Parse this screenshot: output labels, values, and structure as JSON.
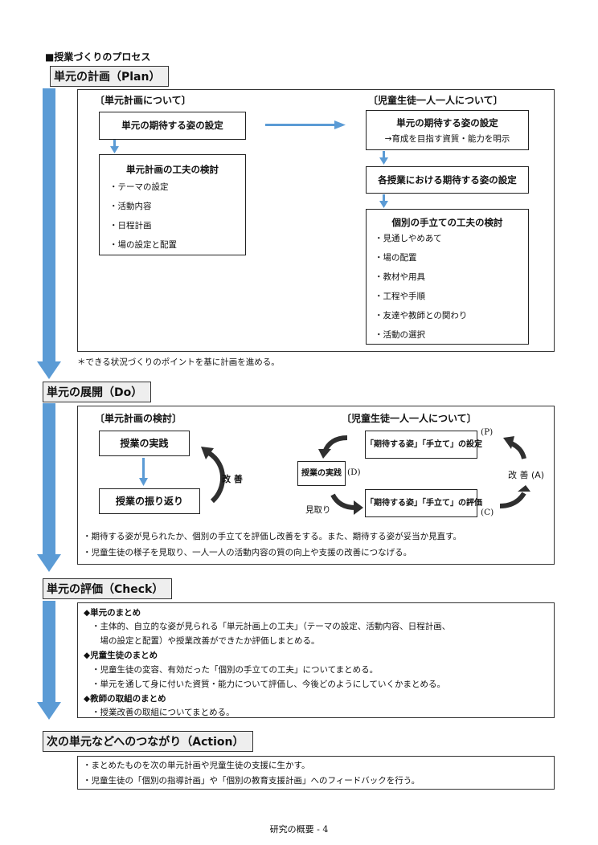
{
  "title": "■授業づくりのプロセス",
  "colors": {
    "arrow_blue": "#5b9bd5",
    "arrow_dark": "#2f2f2f",
    "label_bg": "#eeeeee"
  },
  "plan": {
    "label": "単元の計画（Plan）",
    "left_heading": "〔単元計画について〕",
    "right_heading": "〔児童生徒一人一人について〕",
    "left_goal": "単元の期待する姿の設定",
    "left_design_title": "単元計画の工夫の検討",
    "left_design_items": [
      "・テーマの設定",
      "・活動内容",
      "・日程計画",
      "・場の設定と配置"
    ],
    "right_goal_title": "単元の期待する姿の設定",
    "right_goal_sub": "→育成を目指す資質・能力を明示",
    "right_lesson_goal": "各授業における期待する姿の設定",
    "right_design_title": "個別の手立ての工夫の検討",
    "right_design_items": [
      "・見通しやめあて",
      "・場の配置",
      "・教材や用具",
      "・工程や手順",
      "・友達や教師との関わり",
      "・活動の選択"
    ],
    "note": "＊できる状況づくりのポイントを基に計画を進める。"
  },
  "do": {
    "label": "単元の展開（Do）",
    "left_heading": "〔単元計画の検討〕",
    "right_heading": "〔児童生徒一人一人について〕",
    "practice": "授業の実践",
    "review": "授業の振り返り",
    "improve_left": "改 善",
    "cycle_set": "「期待する姿」「手立て」の設定",
    "cycle_practice": "授業の実践",
    "cycle_eval": "「期待する姿」「手立て」の評価",
    "tag_p": "(P)",
    "tag_d": "(D)",
    "tag_c": "(C)",
    "tag_a": "改 善 (A)",
    "observe": "見取り",
    "notes": [
      "・期待する姿が見られたか、個別の手立てを評価し改善をする。また、期待する姿が妥当か見直す。",
      "・児童生徒の様子を見取り、一人一人の活動内容の質の向上や支援の改善につなげる。"
    ]
  },
  "check": {
    "label": "単元の評価（Check）",
    "groups": [
      {
        "head": "◆単元のまとめ",
        "lines": [
          "・主体的、自立的な姿が見られる「単元計画上の工夫」（テーマの設定、活動内容、日程計画、",
          "　場の設定と配置）や授業改善ができたか評価しまとめる。"
        ]
      },
      {
        "head": "◆児童生徒のまとめ",
        "lines": [
          "・児童生徒の変容、有効だった「個別の手立ての工夫」についてまとめる。",
          "・単元を通して身に付いた資質・能力について評価し、今後どのようにしていくかまとめる。"
        ]
      },
      {
        "head": "◆教師の取組のまとめ",
        "lines": [
          "・授業改善の取組についてまとめる。"
        ]
      }
    ]
  },
  "action": {
    "label": "次の単元などへのつながり（Action）",
    "lines": [
      "・まとめたものを次の単元計画や児童生徒の支援に生かす。",
      "・児童生徒の「個別の指導計画」や「個別の教育支援計画」へのフィードバックを行う。"
    ]
  },
  "footer": "研究の概要 - 4"
}
